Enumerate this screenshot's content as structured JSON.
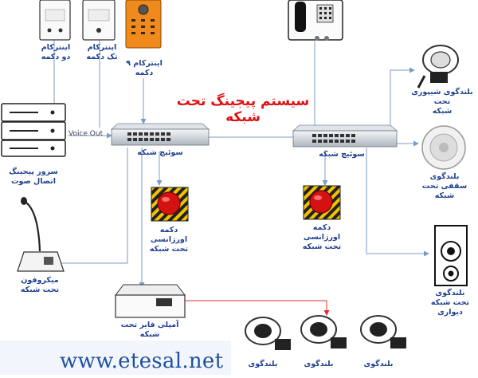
{
  "title": "سیستم پیجینگ تحت شبکه",
  "website": "www.etesal.net",
  "voice_out": "Voice Out",
  "nodes": {
    "intercom2": "اینترکام\nدو دکمه",
    "intercom1": "اینترکام\nتک دکمه",
    "intercom9": "اینترکام ۹\nدکمه",
    "server": "سرور پیجینگ\nاتصال صوت",
    "switch_left": "سوئیچ شبکه",
    "switch_right": "سوئیچ شبکه",
    "emergency_left": "دکمه\nاورژانسی\nتحت شبکه",
    "emergency_right": "دکمه\nاورژانسی\nتحت شبکه",
    "microphone": "میکروفون\nتحت شبکه",
    "amplifier": "آمپلی فایر تحت\nشبکه",
    "horn_speaker": "بلندگوی شیپوری\nتحت\nشبکه",
    "ceiling_speaker": "بلندگوی\nسقفی تحت\nشبکه",
    "wall_speaker": "بلندگوی\nتحت شبکه\nدیواری",
    "speaker_bottom_1": "بلندگوی",
    "speaker_bottom_2": "بلندگوی",
    "speaker_bottom_3": "بلندگوی"
  },
  "colors": {
    "label": "#1f3f8f",
    "title": "#e01010",
    "wire": "#7a9cc8",
    "red_link": "#e03030",
    "intercom_orange": "#f08a1c"
  }
}
